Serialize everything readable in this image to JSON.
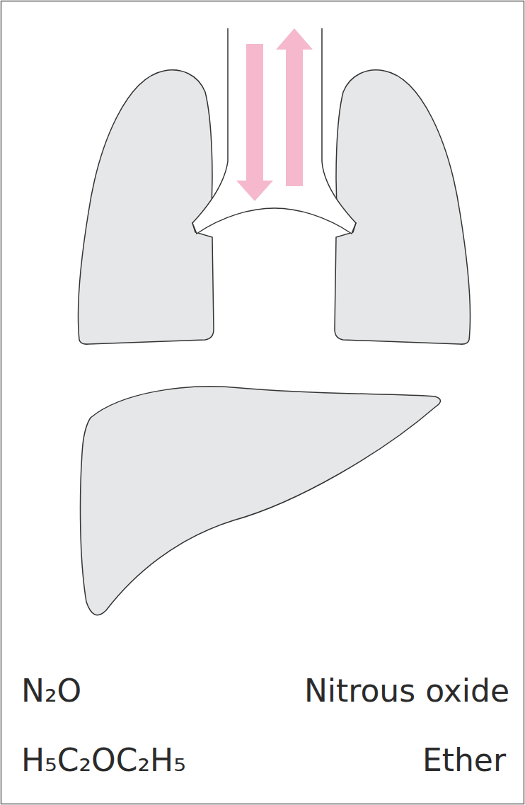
{
  "diagram": {
    "labels": [
      "N₂O",
      "Nitrous oxide",
      "H₅C₂OC₂H₅",
      "Ether"
    ]
  }
}
